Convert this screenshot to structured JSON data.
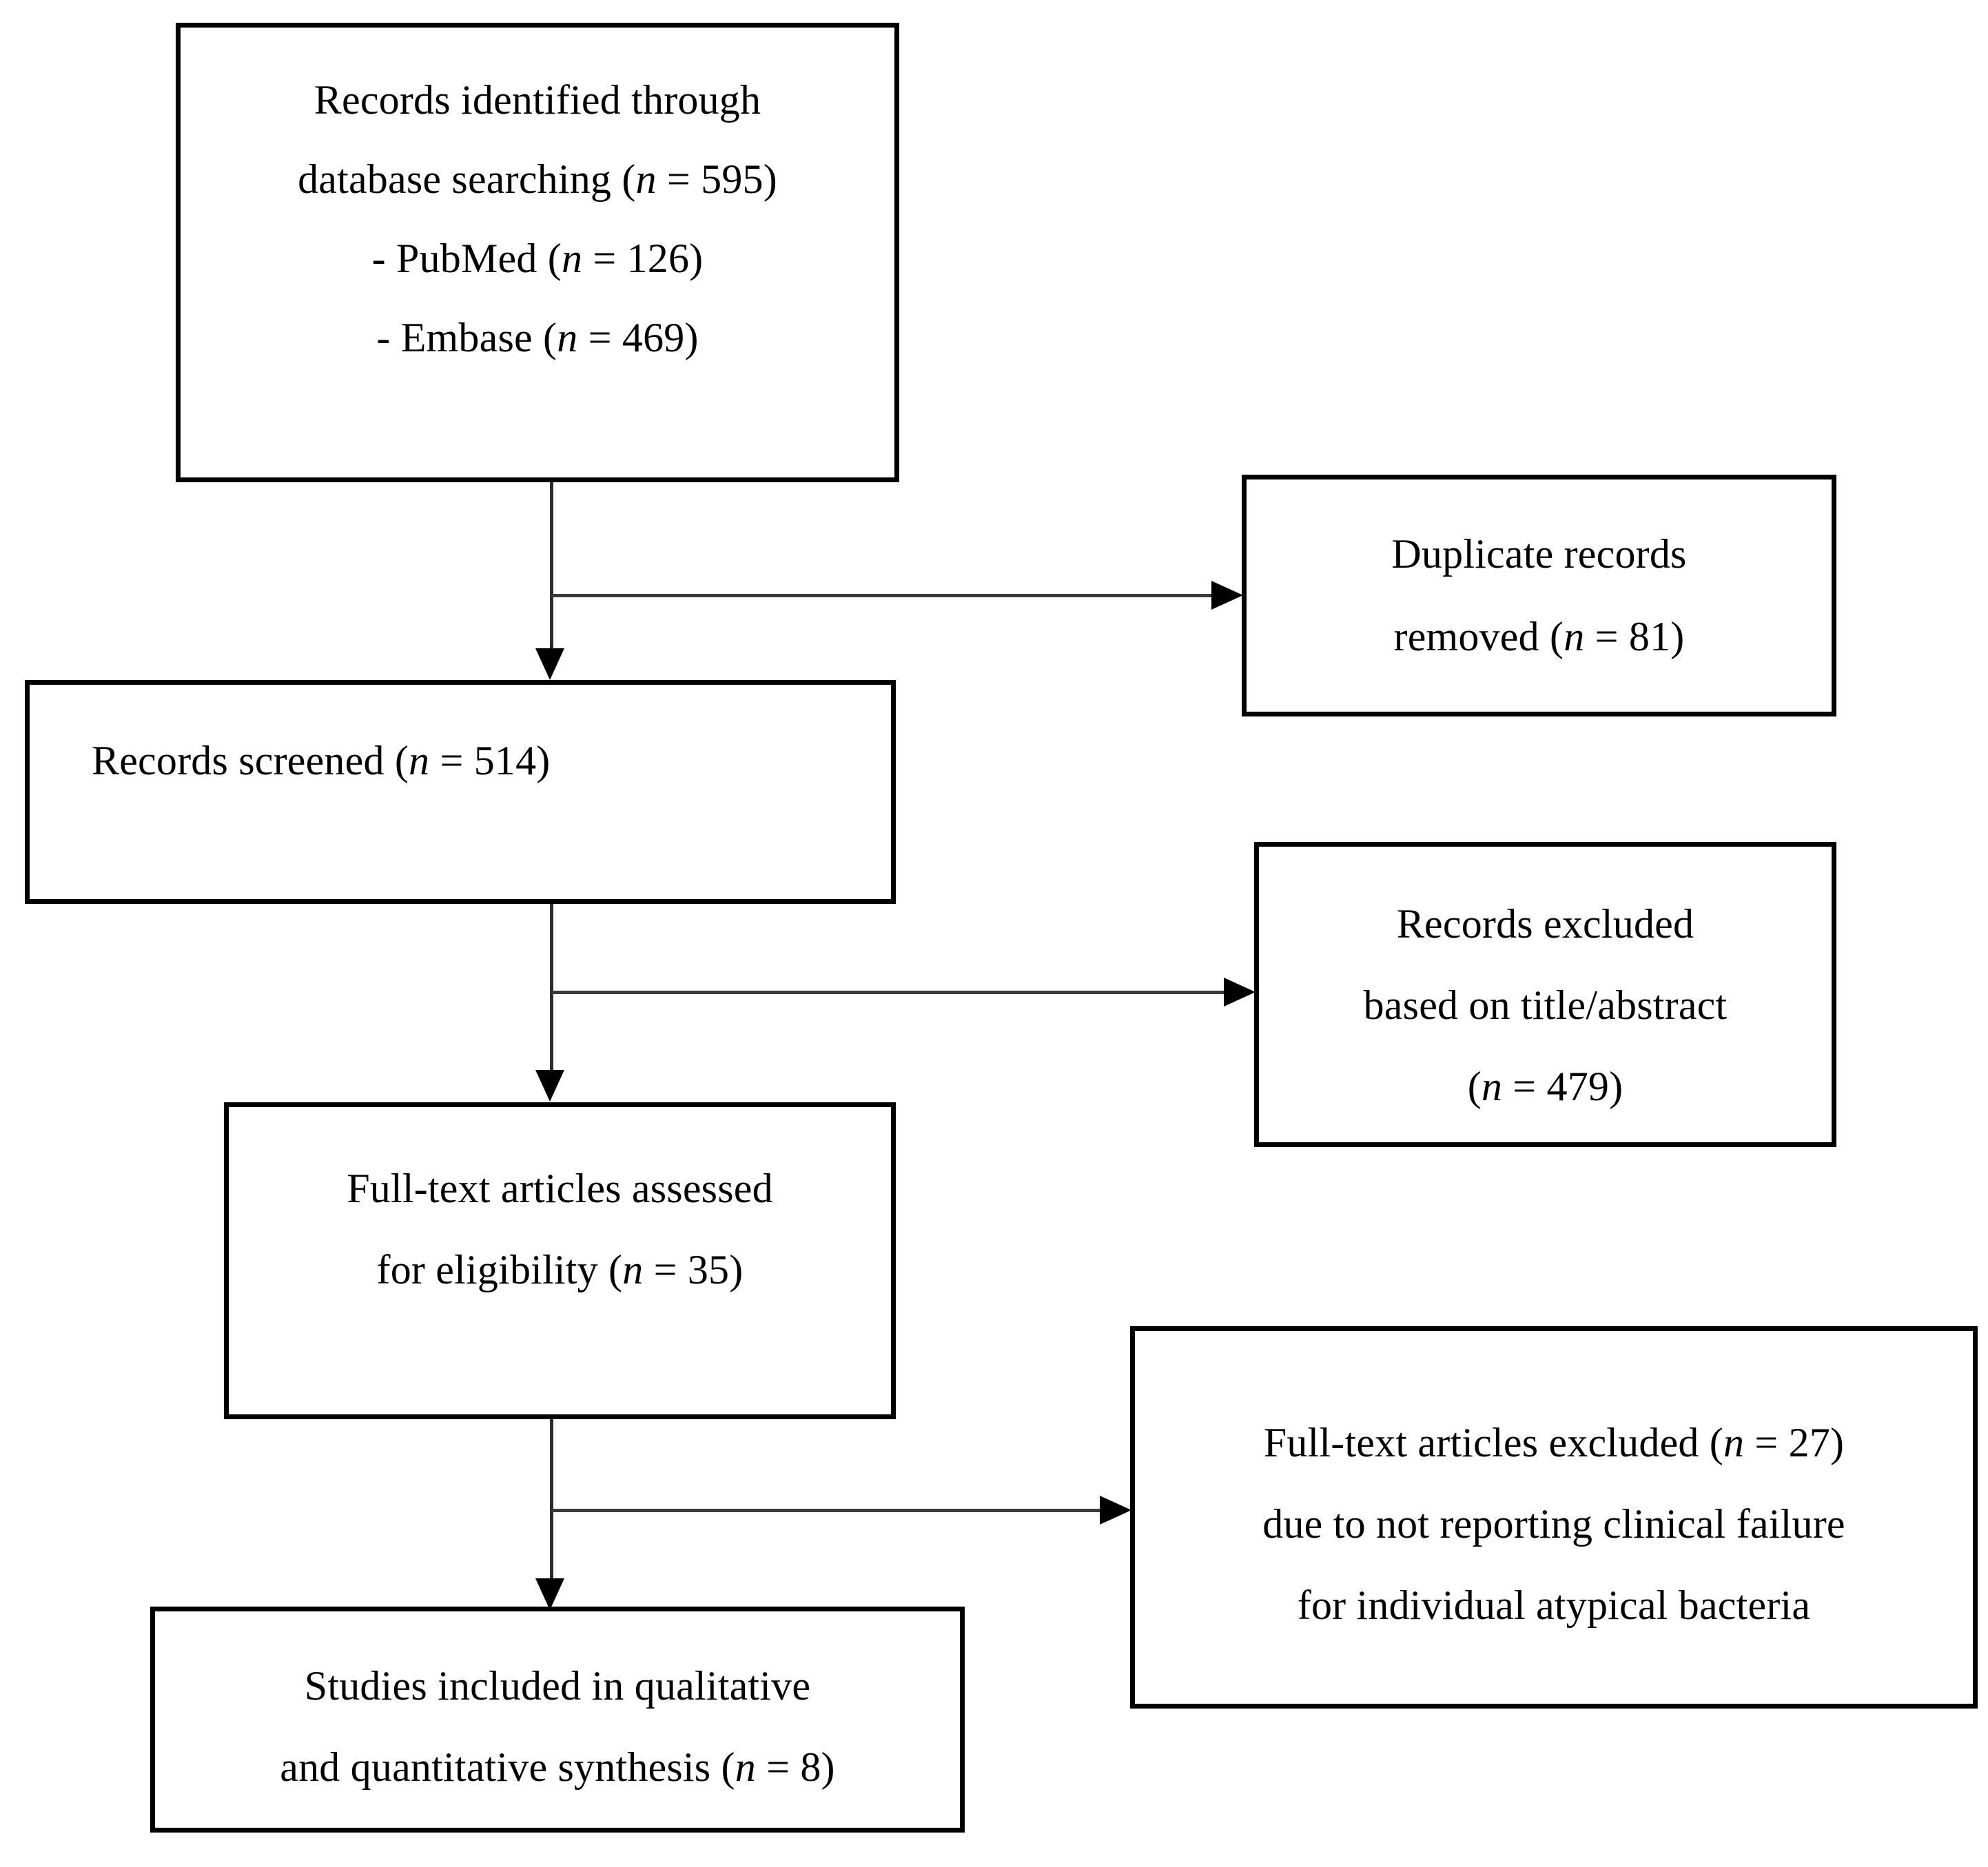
{
  "diagram": {
    "type": "prisma-flow-diagram",
    "title": "PRISMA study selection flow diagram",
    "background_color": "#ffffff",
    "line_color": "#000000",
    "box_border_color": "#000000"
  },
  "boxes": [
    {
      "id": "records-identified",
      "lines": [
        "Records identified through",
        "database searching (n = 595)",
        "- PubMed (n = 126)",
        "- Embase (n = 469)"
      ],
      "line1": "Records identified through",
      "line2_pre": "database searching (",
      "line2_n": "n",
      "line2_post": " = 595)",
      "line3_pre": "- PubMed (",
      "line3_n": "n",
      "line3_post": " = 126)",
      "line4_pre": "- Embase (",
      "line4_n": "n",
      "line4_post": " = 469)",
      "count": 595,
      "sources": [
        {
          "name": "PubMed",
          "count": 126
        },
        {
          "name": "Embase",
          "count": 469
        }
      ]
    },
    {
      "id": "duplicates-removed",
      "line1": "Duplicate records",
      "line2_pre": "removed (",
      "line2_n": "n",
      "line2_post": " = 81)",
      "count": 81
    },
    {
      "id": "records-screened",
      "line1_pre": "Records screened (",
      "line1_n": "n",
      "line1_post": " = 514)",
      "count": 514
    },
    {
      "id": "records-excluded",
      "line1": "Records excluded",
      "line2": "based on title/abstract",
      "line3_pre": "(",
      "line3_n": "n",
      "line3_post": " = 479)",
      "count": 479
    },
    {
      "id": "fulltext-assessed",
      "line1": "Full-text articles assessed",
      "line2_pre": "for eligibility (",
      "line2_n": "n",
      "line2_post": " = 35)",
      "count": 35
    },
    {
      "id": "fulltext-excluded",
      "line1_pre": "Full-text articles excluded (",
      "line1_n": "n",
      "line1_post": " = 27)",
      "line2": "due to not reporting clinical failure",
      "line3": "for individual atypical bacteria",
      "count": 27
    },
    {
      "id": "studies-included",
      "line1": "Studies included in qualitative",
      "line2_pre": "and quantitative synthesis (",
      "line2_n": "n",
      "line2_post": " = 8)",
      "count": 8
    }
  ],
  "connectors": [
    {
      "id": "identified-to-screened",
      "direction": "down"
    },
    {
      "id": "identified-to-duplicates",
      "direction": "right"
    },
    {
      "id": "screened-to-fulltext",
      "direction": "down"
    },
    {
      "id": "screened-to-excluded",
      "direction": "right"
    },
    {
      "id": "fulltext-to-included",
      "direction": "down"
    },
    {
      "id": "fulltext-to-fulltext-excluded",
      "direction": "right"
    }
  ]
}
